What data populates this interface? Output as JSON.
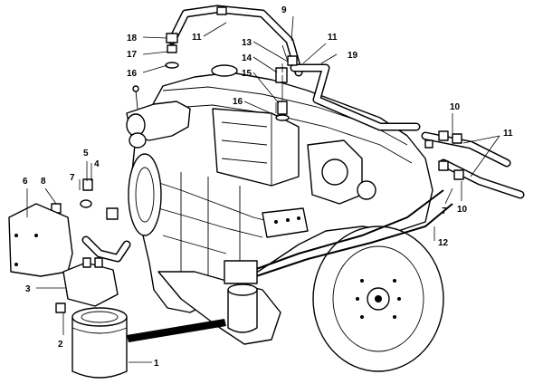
{
  "callouts": [
    {
      "id": "c1",
      "label": "1"
    },
    {
      "id": "c2",
      "label": "2"
    },
    {
      "id": "c3",
      "label": "3"
    },
    {
      "id": "c4",
      "label": "4"
    },
    {
      "id": "c5",
      "label": "5"
    },
    {
      "id": "c6",
      "label": "6"
    },
    {
      "id": "c7a",
      "label": "7"
    },
    {
      "id": "c7b",
      "label": "7"
    },
    {
      "id": "c8",
      "label": "8"
    },
    {
      "id": "c9",
      "label": "9"
    },
    {
      "id": "c10a",
      "label": "10"
    },
    {
      "id": "c10b",
      "label": "10"
    },
    {
      "id": "c11a",
      "label": "11"
    },
    {
      "id": "c11b",
      "label": "11"
    },
    {
      "id": "c11c",
      "label": "11"
    },
    {
      "id": "c12",
      "label": "12"
    },
    {
      "id": "c13",
      "label": "13"
    },
    {
      "id": "c14",
      "label": "14"
    },
    {
      "id": "c15",
      "label": "15"
    },
    {
      "id": "c16a",
      "label": "16"
    },
    {
      "id": "c16b",
      "label": "16"
    },
    {
      "id": "c17",
      "label": "17"
    },
    {
      "id": "c18",
      "label": "18"
    },
    {
      "id": "c19",
      "label": "19"
    }
  ]
}
